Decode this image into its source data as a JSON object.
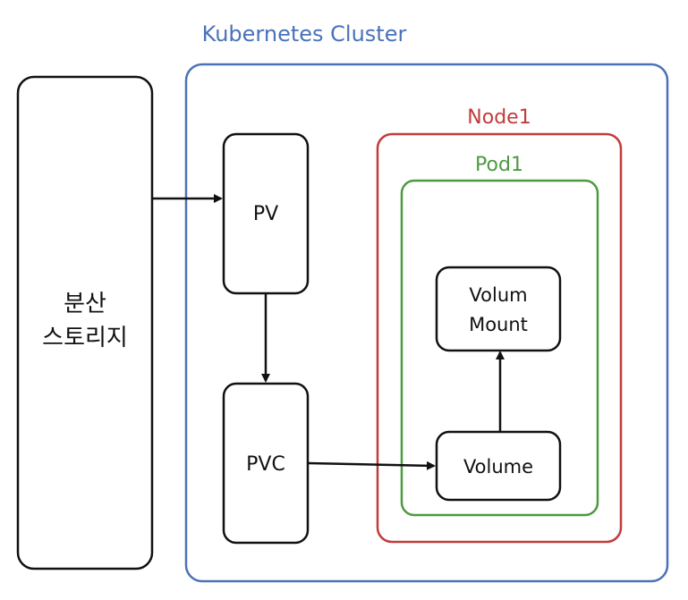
{
  "diagram": {
    "cluster": {
      "label": "Kubernetes Cluster",
      "color": "#4a72b8"
    },
    "node": {
      "label": "Node1",
      "color": "#c23b3b"
    },
    "pod": {
      "label": "Pod1",
      "color": "#4c9a3f"
    },
    "storage": {
      "line1": "분산",
      "line2": "스토리지"
    },
    "pv": {
      "label": "PV"
    },
    "pvc": {
      "label": "PVC"
    },
    "volume_mount": {
      "line1": "Volum",
      "line2": "Mount"
    },
    "volume": {
      "label": "Volume"
    },
    "stroke_color": "#111111"
  }
}
